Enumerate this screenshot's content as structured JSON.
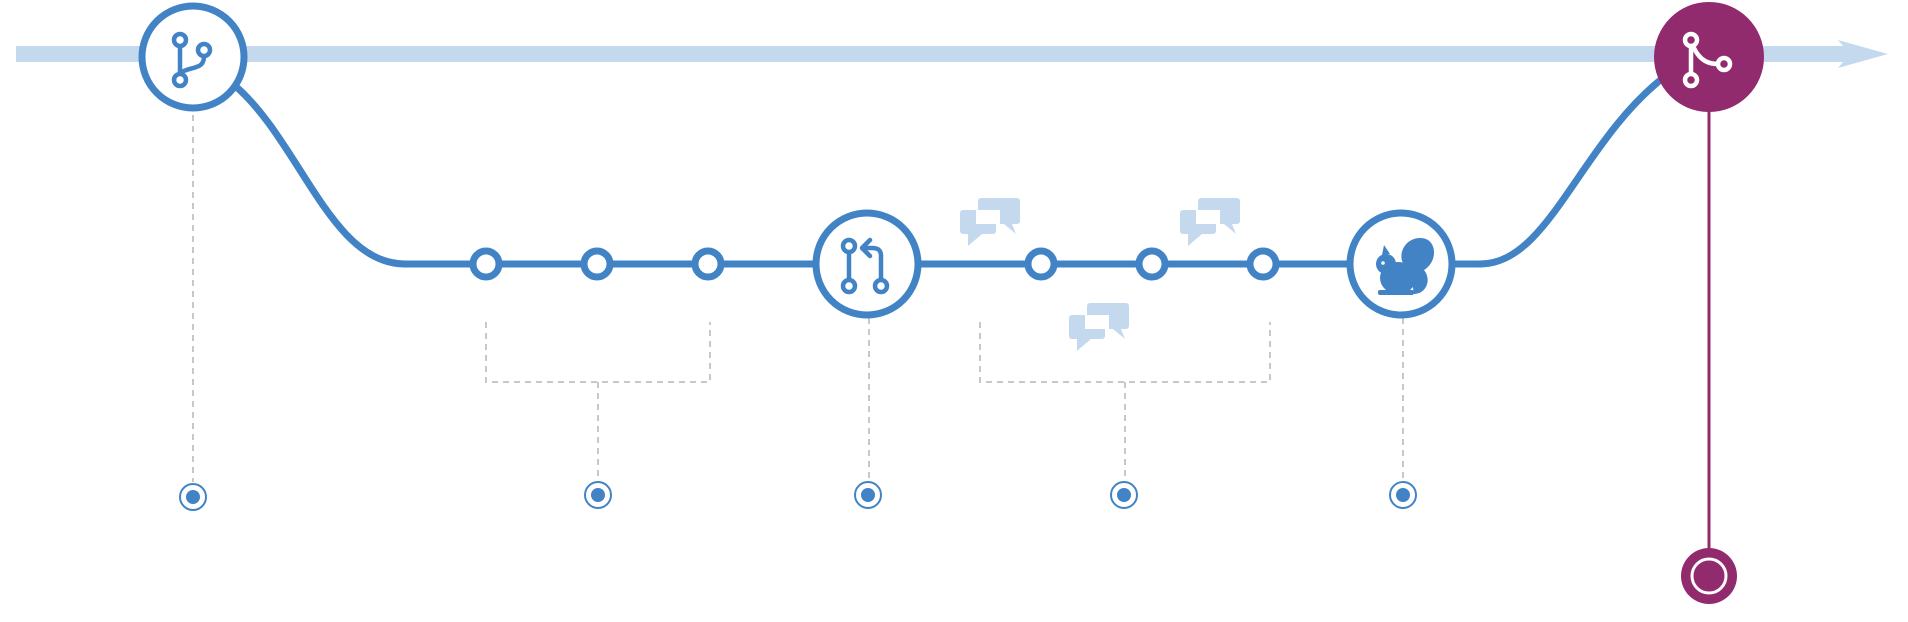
{
  "colors": {
    "main_line": "#c5d9ee",
    "branch": "#4183c4",
    "merge": "#922b6e",
    "guide": "#c8c8c8",
    "comment": "#c5d9ee",
    "background": "#ffffff"
  },
  "nodes": [
    {
      "id": "branch-node",
      "icon": "branch-icon"
    },
    {
      "id": "commit-1",
      "icon": "commit-dot"
    },
    {
      "id": "commit-2",
      "icon": "commit-dot"
    },
    {
      "id": "commit-3",
      "icon": "commit-dot"
    },
    {
      "id": "pull-request-node",
      "icon": "pull-request-icon"
    },
    {
      "id": "commit-4",
      "icon": "commit-dot"
    },
    {
      "id": "commit-5",
      "icon": "commit-dot"
    },
    {
      "id": "commit-6",
      "icon": "commit-dot"
    },
    {
      "id": "deploy-node",
      "icon": "squirrel-icon"
    },
    {
      "id": "merge-node",
      "icon": "merge-icon"
    }
  ],
  "step_markers": [
    {
      "id": "step-1-marker",
      "icon": "target-dot-icon"
    },
    {
      "id": "step-2-marker",
      "icon": "target-dot-icon"
    },
    {
      "id": "step-3-marker",
      "icon": "target-dot-icon"
    },
    {
      "id": "step-4-marker",
      "icon": "target-dot-icon"
    },
    {
      "id": "step-5-marker",
      "icon": "target-dot-icon"
    },
    {
      "id": "step-6-marker",
      "icon": "target-ring-icon"
    }
  ],
  "comment_groups": [
    {
      "id": "comment-bubbles-1",
      "icon": "discussion-icon"
    },
    {
      "id": "comment-bubbles-2",
      "icon": "discussion-icon"
    },
    {
      "id": "comment-bubbles-3",
      "icon": "discussion-icon"
    }
  ]
}
